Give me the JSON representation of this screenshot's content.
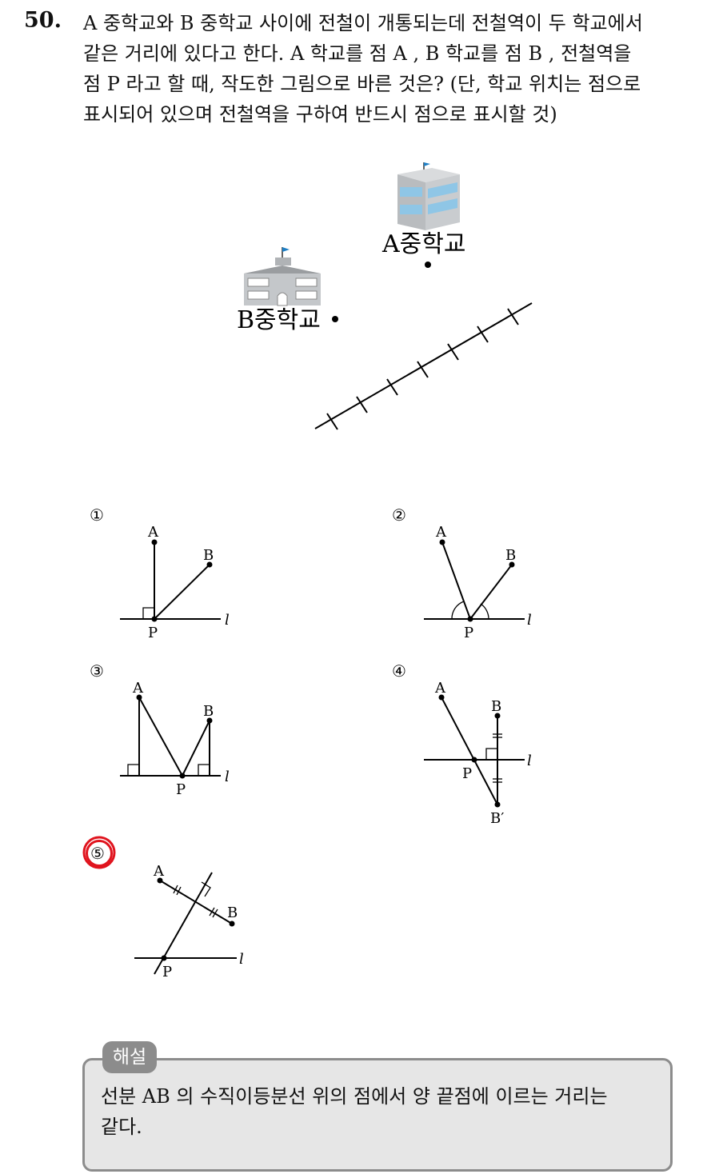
{
  "question": {
    "number": "50.",
    "lines": [
      "A 중학교와 B 중학교 사이에 전철이 개통되는데 전철역이 두 학교에서",
      "같은 거리에 있다고 한다. A 학교를 점 A , B 학교를 점 B , 전철역을",
      "점 P 라고 할 때, 작도한 그림으로 바른 것은? (단, 학교 위치는 점으로",
      "표시되어 있으며 전철역을 구하여 반드시 점으로 표시할 것)"
    ]
  },
  "map": {
    "school_a_label": "A중학교",
    "school_b_label": "B중학교"
  },
  "options": [
    {
      "marker": "①",
      "labels": {
        "a": "A",
        "b": "B",
        "p": "P",
        "l": "l"
      }
    },
    {
      "marker": "②",
      "labels": {
        "a": "A",
        "b": "B",
        "p": "P",
        "l": "l"
      }
    },
    {
      "marker": "③",
      "labels": {
        "a": "A",
        "b": "B",
        "p": "P",
        "l": "l"
      }
    },
    {
      "marker": "④",
      "labels": {
        "a": "A",
        "b": "B",
        "b2": "B′",
        "p": "P",
        "l": "l"
      }
    },
    {
      "marker": "⑤",
      "labels": {
        "a": "A",
        "b": "B",
        "p": "P",
        "l": "l"
      },
      "selected": true
    }
  ],
  "answer_circle_color": "#e0141e",
  "explanation": {
    "tag": "해설",
    "lines": [
      "선분 AB 의 수직이등분선 위의 점에서 양 끝점에 이르는 거리는",
      "같다."
    ]
  },
  "colors": {
    "box_border": "#8c8c8c",
    "box_fill": "#e6e6e6",
    "building": "#b0b3b6",
    "window": "#8fc6e6"
  }
}
